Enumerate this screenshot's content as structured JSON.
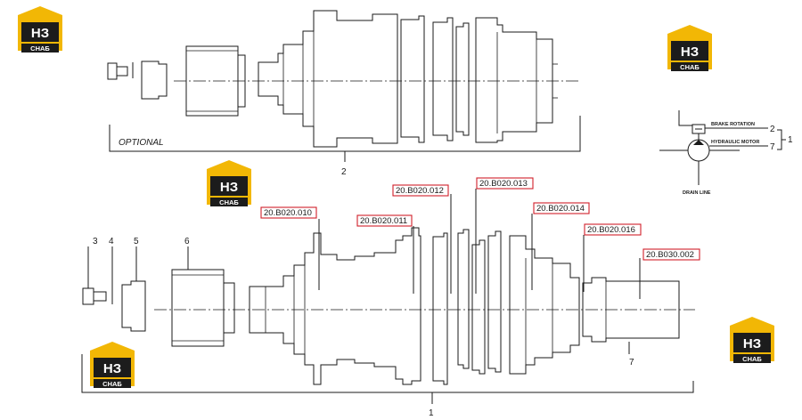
{
  "labels": {
    "optional": "OPTIONAL",
    "brake_rotation": "BRAKE ROTATION",
    "hydraulic_motor": "HYDRAULIC MOTOR",
    "drain_line": "DRAIN LINE"
  },
  "callouts": {
    "n1_bottom": "1",
    "n2_top": "2",
    "n3": "3",
    "n4": "4",
    "n5": "5",
    "n6": "6",
    "n7": "7",
    "schem_2": "2",
    "schem_7": "7",
    "schem_1": "1"
  },
  "part_refs": [
    "20.B020.010",
    "20.B020.011",
    "20.B020.012",
    "20.B020.013",
    "20.B020.014",
    "20.B020.016",
    "20.B030.002"
  ],
  "logo": {
    "main": "НЗ",
    "sub": "СНАБ",
    "colors": {
      "yellow": "#f2b705",
      "dark": "#1c1c1c"
    }
  },
  "colors": {
    "ref_border": "#d0202a",
    "line": "#1a1a1a"
  }
}
